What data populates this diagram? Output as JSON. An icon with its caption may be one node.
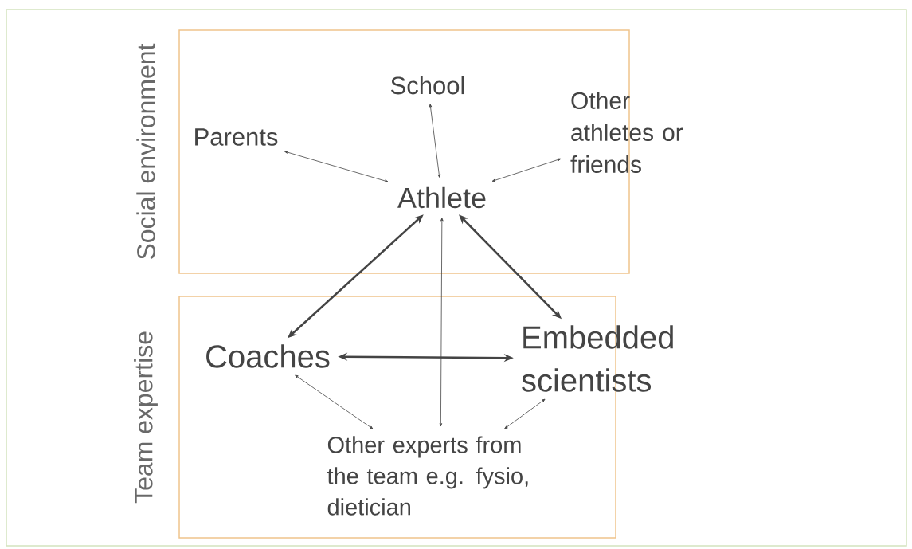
{
  "diagram": {
    "nodes": [
      {
        "text": [
          "Social environment"
        ]
      },
      {
        "text": [
          "School"
        ],
        "in": 0
      },
      {
        "text": [
          "Parents"
        ],
        "in": 0
      },
      {
        "text": [
          "Other athletes or friends"
        ]
      },
      {
        "text": [
          "Athlete"
        ],
        "in": 0
      },
      {
        "text": [
          "Team expertise"
        ]
      },
      {
        "text": [
          "Coaches"
        ],
        "in": 5
      },
      {
        "text": [
          "Embedded scientists"
        ]
      },
      {
        "text": [
          "Other experts from the team e.g. fysio, dietician"
        ],
        "in": 5
      }
    ],
    "edges": [
      {
        "from": 1,
        "to": 4,
        "arrow": "both"
      },
      {
        "from": 2,
        "to": 4,
        "arrow": "both"
      },
      {
        "from": 3,
        "to": 4,
        "arrow": "both"
      },
      {
        "from": 4,
        "to": 6,
        "arrow": "both",
        "style": "thick"
      },
      {
        "from": 4,
        "to": 7,
        "arrow": "both",
        "style": "thick"
      },
      {
        "from": 6,
        "to": 7,
        "arrow": "both",
        "style": "thick"
      },
      {
        "from": 4,
        "to": 8,
        "arrow": "both"
      },
      {
        "from": 6,
        "to": 8,
        "arrow": "both"
      },
      {
        "from": 7,
        "to": 8,
        "arrow": "both"
      }
    ]
  }
}
